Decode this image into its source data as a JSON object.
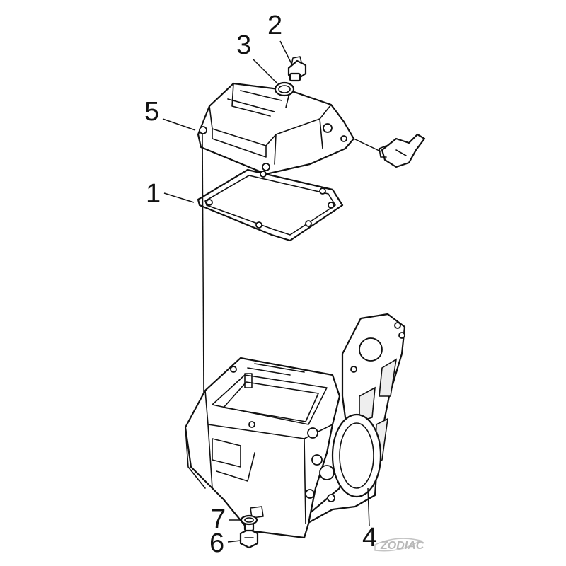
{
  "diagram": {
    "callouts": [
      {
        "id": "1",
        "label": "1"
      },
      {
        "id": "2",
        "label": "2"
      },
      {
        "id": "3",
        "label": "3"
      },
      {
        "id": "4",
        "label": "4"
      },
      {
        "id": "5",
        "label": "5"
      },
      {
        "id": "6",
        "label": "6"
      },
      {
        "id": "7",
        "label": "7"
      }
    ],
    "watermark": {
      "text": "ZODIAC",
      "color": "#b8b8b8"
    }
  }
}
